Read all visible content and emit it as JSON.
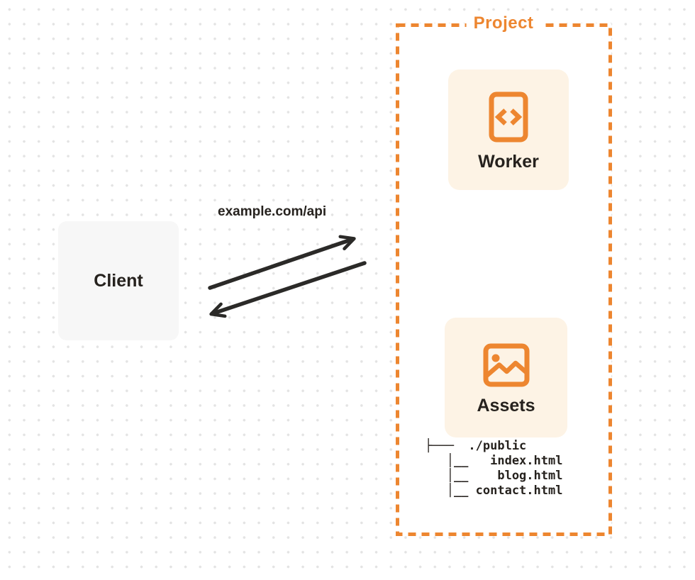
{
  "colors": {
    "accent": "#ED8630",
    "card_cream": "#FDF3E5",
    "client_gray": "#F7F7F7",
    "text_dark": "#26221E",
    "arrow": "#2B2A28",
    "dot": "#E3E3E3",
    "background": "#FFFFFF"
  },
  "diagram": {
    "client": {
      "label": "Client"
    },
    "request": {
      "label": "example.com/api"
    },
    "project": {
      "title": "Project",
      "worker": {
        "label": "Worker",
        "icon": "code-file-icon"
      },
      "assets": {
        "label": "Assets",
        "icon": "image-icon"
      },
      "file_tree": {
        "root": "./public",
        "files": [
          "index.html",
          "blog.html",
          "contact.html"
        ],
        "render_lines": [
          "├───  ./public",
          "   │__   index.html",
          "   │__    blog.html",
          "   │__ contact.html"
        ]
      }
    }
  }
}
